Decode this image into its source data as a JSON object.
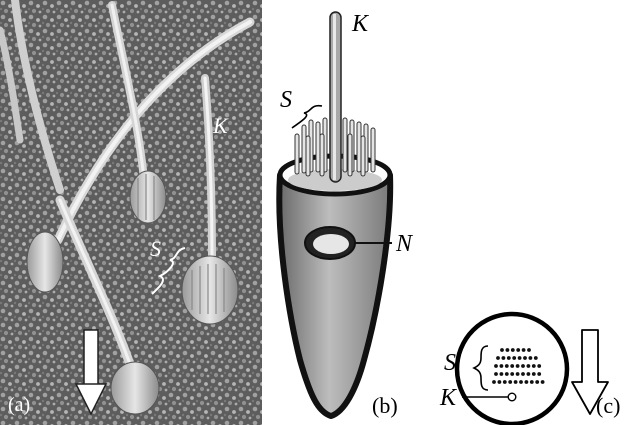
{
  "panels": {
    "a": {
      "tag": "(a)",
      "kinocilium_label": "K",
      "stereocilia_label": "S"
    },
    "b": {
      "tag": "(b)",
      "kinocilium_label": "K",
      "stereocilia_label": "S",
      "nucleus_label": "N"
    },
    "c": {
      "tag": "(c)",
      "stereocilia_label": "S",
      "kinocilium_label": "K"
    }
  },
  "colors": {
    "micrograph_bg": "#6e6e6e",
    "cell_body": "#9a9a9a",
    "outline": "#111111",
    "white": "#ffffff"
  }
}
